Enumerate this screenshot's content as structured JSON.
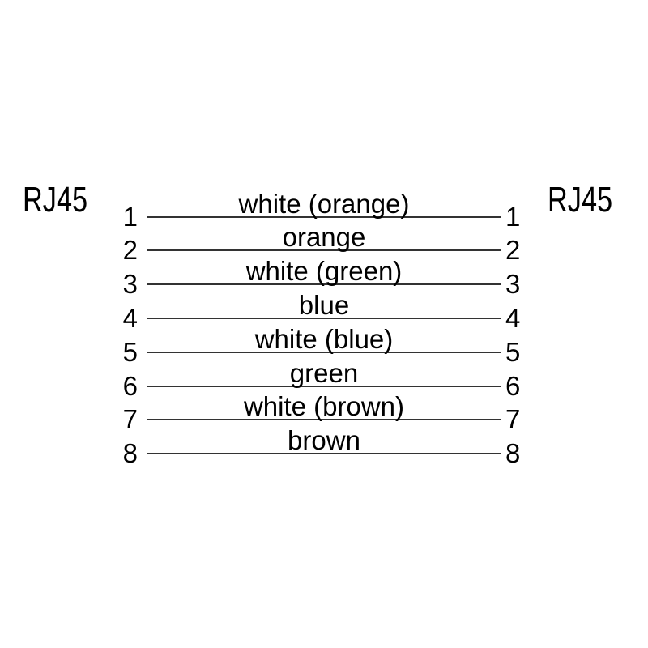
{
  "diagram": {
    "left_connector": {
      "label": "RJ45"
    },
    "right_connector": {
      "label": "RJ45"
    },
    "pins": [
      {
        "left_pin": "1",
        "right_pin": "1",
        "wire_label": "white (orange)"
      },
      {
        "left_pin": "2",
        "right_pin": "2",
        "wire_label": "orange"
      },
      {
        "left_pin": "3",
        "right_pin": "3",
        "wire_label": "white (green)"
      },
      {
        "left_pin": "4",
        "right_pin": "4",
        "wire_label": "blue"
      },
      {
        "left_pin": "5",
        "right_pin": "5",
        "wire_label": "white (blue)"
      },
      {
        "left_pin": "6",
        "right_pin": "6",
        "wire_label": "green"
      },
      {
        "left_pin": "7",
        "right_pin": "7",
        "wire_label": "white (brown)"
      },
      {
        "left_pin": "8",
        "right_pin": "8",
        "wire_label": "brown"
      }
    ]
  },
  "colors": {
    "background": "#ffffff",
    "text": "#000000",
    "line": "#333333"
  }
}
